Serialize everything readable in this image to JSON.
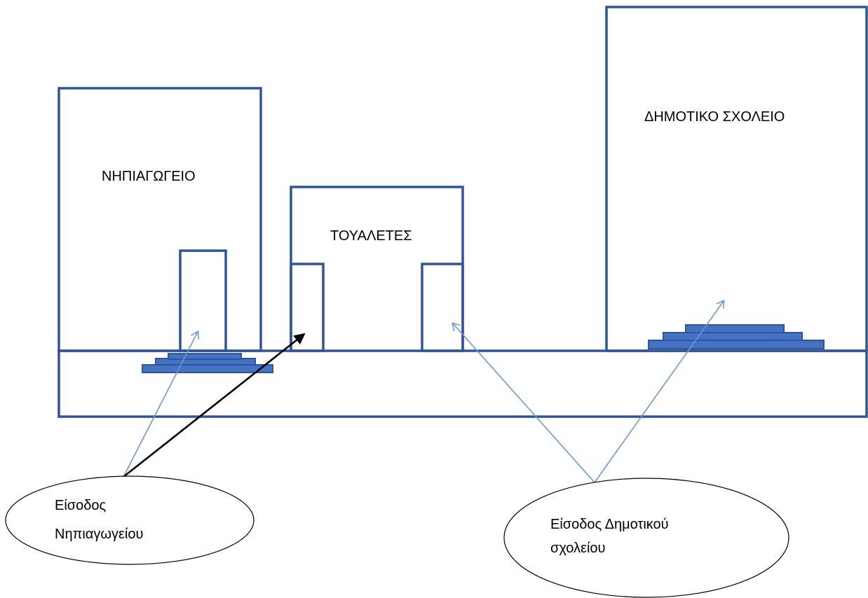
{
  "buildings": {
    "kindergarten": {
      "label": "ΝΗΠΙΑΓΩΓΕΙΟ"
    },
    "toilets": {
      "label": "ΤΟΥΑΛΕΤΕΣ"
    },
    "primary_school": {
      "label": "ΔΗΜΟΤΙΚΟ ΣΧΟΛΕΙΟ"
    }
  },
  "callouts": {
    "kindergarten_entrance": {
      "line1": "Είσοδος",
      "line2": "Νηπιαγωγείου"
    },
    "primary_entrance": {
      "line1": "Είσοδος Δημοτικού",
      "line2": "σχολείου"
    }
  },
  "colors": {
    "outline": "#2F5597",
    "stairs": "#4472C4",
    "blue_arrow": "#6E97D0",
    "black_arrow": "#000000"
  }
}
